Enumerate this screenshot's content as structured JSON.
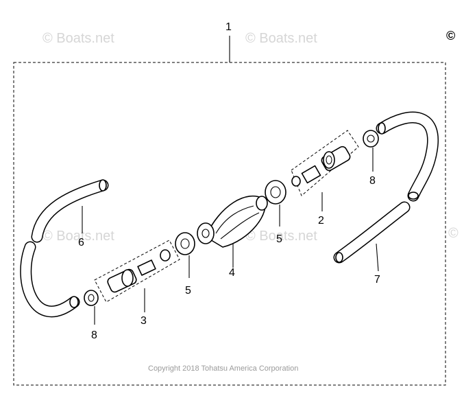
{
  "watermarks": [
    "© Boats.net",
    "© Boats.net",
    "© Boats.net",
    "© Boats.net",
    "©",
    "©"
  ],
  "copyright": "Copyright 2018 Tohatsu America Corporation",
  "callouts": {
    "kit": "1",
    "connector_engine": "2",
    "connector_tank": "3",
    "primer_bulb": "4",
    "clamp_right": "5",
    "clamp_left": "5",
    "hose_left": "6",
    "hose_right": "7",
    "cap_right": "8",
    "cap_left": "8"
  }
}
